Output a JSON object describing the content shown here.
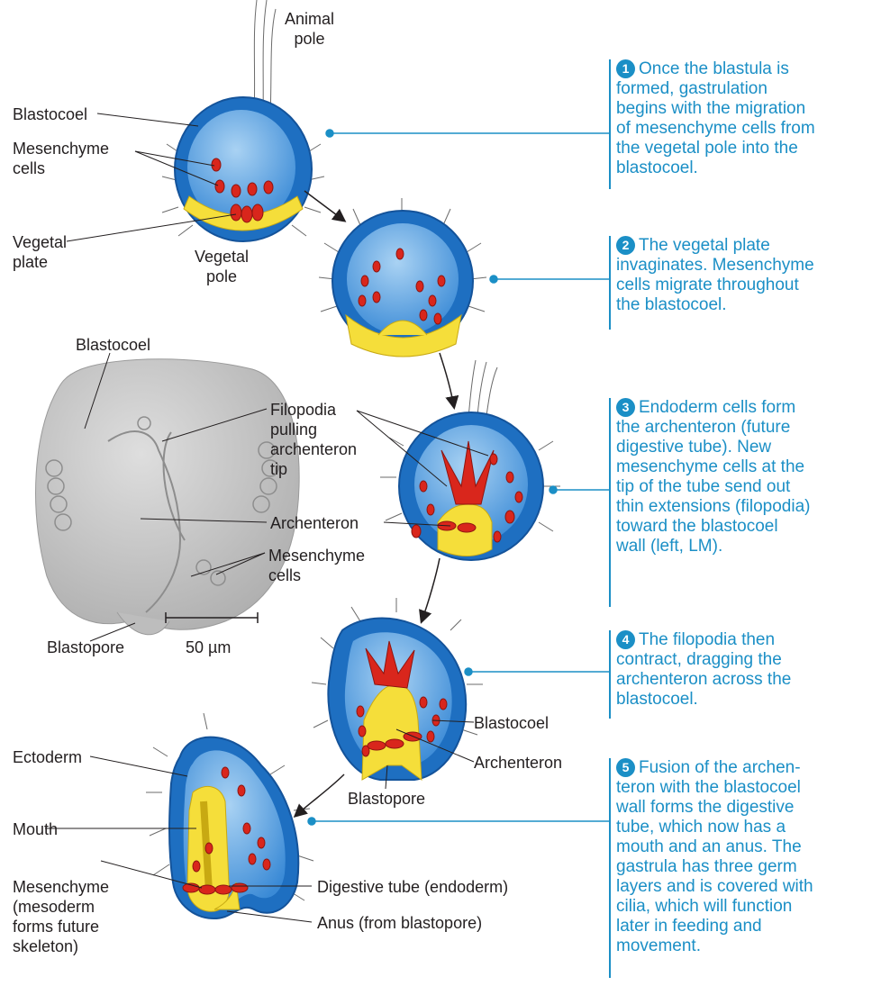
{
  "labels": {
    "animal_pole": [
      "Animal",
      "pole"
    ],
    "blastocoel_1": "Blastocoel",
    "mesenchyme_cells_1": [
      "Mesenchyme",
      "cells"
    ],
    "vegetal_plate": [
      "Vegetal",
      "plate"
    ],
    "vegetal_pole": [
      "Vegetal",
      "pole"
    ],
    "blastocoel_lm": "Blastocoel",
    "filopodia": [
      "Filopodia",
      "pulling",
      "archenteron",
      "tip"
    ],
    "archenteron_lm": "Archenteron",
    "mesenchyme_cells_lm": [
      "Mesenchyme",
      "cells"
    ],
    "blastopore_lm": "Blastopore",
    "scale_bar": "50 µm",
    "blastocoel_4": "Blastocoel",
    "archenteron_4": "Archenteron",
    "blastopore_4": "Blastopore",
    "ectoderm": "Ectoderm",
    "mouth": "Mouth",
    "mesenchyme_5": [
      "Mesenchyme",
      "(mesoderm",
      "forms future",
      "skeleton)"
    ],
    "digestive_tube": "Digestive tube (endoderm)",
    "anus": "Anus (from blastopore)"
  },
  "steps": [
    {
      "number": "1",
      "lines": [
        "Once the blastula is",
        "formed, gastrulation",
        "begins with the migration",
        "of mesenchyme cells from",
        "the vegetal pole into the",
        "blastocoel."
      ]
    },
    {
      "number": "2",
      "lines": [
        "The vegetal plate",
        "invaginates. Mesenchyme",
        "cells migrate throughout",
        "the blastocoel."
      ]
    },
    {
      "number": "3",
      "lines": [
        "Endoderm cells form",
        "the archenteron (future",
        "digestive tube). New",
        "mesenchyme cells at the",
        "tip of the tube send out",
        "thin extensions (filopodia)",
        "toward the blastocoel",
        "wall (left, LM)."
      ]
    },
    {
      "number": "4",
      "lines": [
        "The filopodia then",
        "contract, dragging the",
        "archenteron across the",
        "blastocoel."
      ]
    },
    {
      "number": "5",
      "lines": [
        "Fusion of the archen-",
        "teron with the blastocoel",
        "wall forms the digestive",
        "tube, which now has a",
        "mouth and an anus. The",
        "gastrula has three germ",
        "layers and is covered with",
        "cilia, which will function",
        "later in feeding and",
        "movement."
      ]
    }
  ],
  "colors": {
    "ectoderm_blue": "#1f78c8",
    "blastocoel_blue": "#3b8fdb",
    "endoderm_yellow": "#f7e13c",
    "mesenchyme_red": "#d9261c",
    "step_text": "#1b8fc6",
    "micrograph_gray": "#c9c9c9"
  }
}
